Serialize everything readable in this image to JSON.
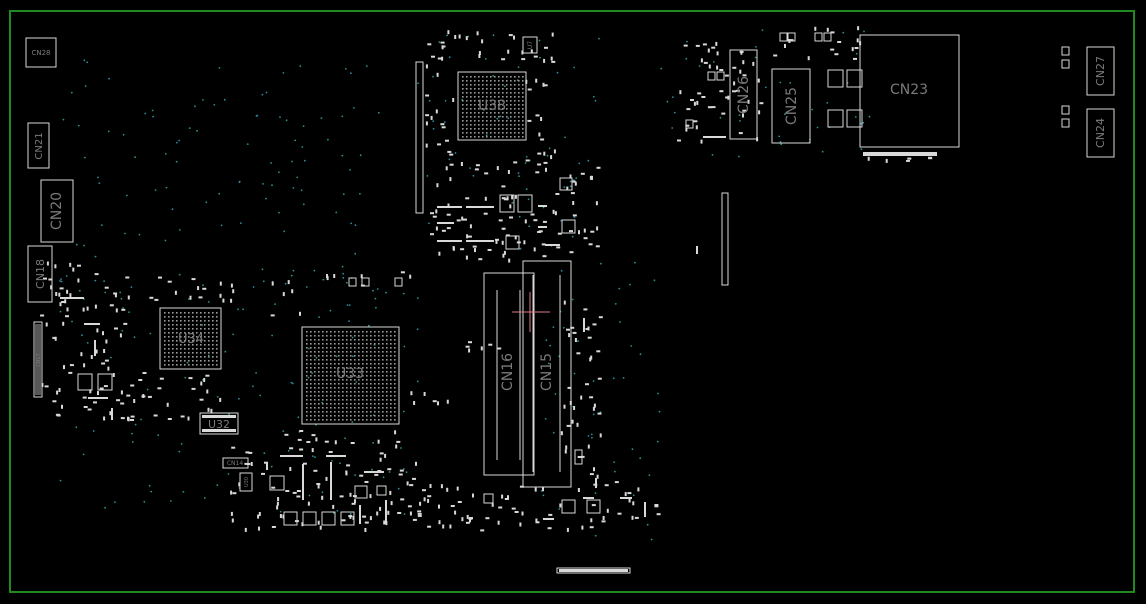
{
  "colors": {
    "background": "#000000",
    "board_outline": "#1f8a1f",
    "silkscreen": "#d9d9d9",
    "label": "#7a7a7a",
    "via": "#2a8f9a",
    "cursor": "#e07a84"
  },
  "components": {
    "cn28": "CN28",
    "cn21": "CN21",
    "cn20": "CN20",
    "cn18": "CN18",
    "cn17": "CN17",
    "u34": "U34",
    "u33": "U33",
    "u32": "U32",
    "u38": "U38",
    "cn16": "CN16",
    "cn15": "CN15",
    "cn26": "CN26",
    "cn25": "CN25",
    "cn23": "CN23",
    "cn27": "CN27",
    "cn24": "CN24",
    "cn14": "CN14",
    "u30": "U30",
    "u7": "U7"
  }
}
